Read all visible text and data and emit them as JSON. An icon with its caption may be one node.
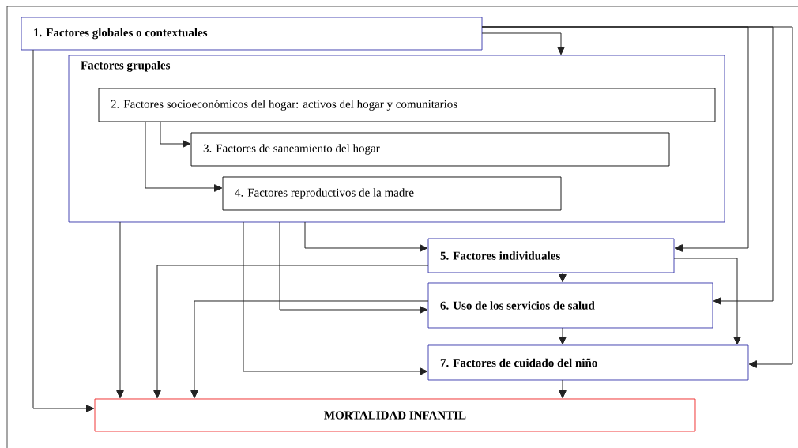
{
  "diagram": {
    "nodes": [
      {
        "text": [
          "1. Factores globales o contextuales"
        ]
      },
      {
        "text": [
          "Factores grupales"
        ]
      },
      {
        "text": [
          "2. Factores socioeconómicos del hogar: activos del hogar y comunitarios"
        ],
        "in": 1
      },
      {
        "text": [
          "3. Factores de saneamiento del hogar"
        ],
        "in": 1
      },
      {
        "text": [
          "4. Factores reproductivos de la madre"
        ],
        "in": 1
      },
      {
        "text": [
          "5. Factores individuales"
        ]
      },
      {
        "text": [
          "6. Uso de los servicios de salud"
        ]
      },
      {
        "text": [
          "7. Factores de cuidado del niño"
        ]
      },
      {
        "text": [
          "MORTALIDAD INFANTIL"
        ]
      }
    ],
    "edges": [
      {
        "from": 0,
        "to": 1,
        "arrow": "to"
      },
      {
        "from": 0,
        "to": 5,
        "arrow": "to"
      },
      {
        "from": 0,
        "to": 6,
        "arrow": "to"
      },
      {
        "from": 0,
        "to": 7,
        "arrow": "to"
      },
      {
        "from": 0,
        "to": 8,
        "arrow": "to"
      },
      {
        "from": 2,
        "to": 3,
        "arrow": "to"
      },
      {
        "from": 2,
        "to": 4,
        "arrow": "to"
      },
      {
        "from": 1,
        "to": 5,
        "arrow": "to"
      },
      {
        "from": 1,
        "to": 6,
        "arrow": "to"
      },
      {
        "from": 1,
        "to": 7,
        "arrow": "to"
      },
      {
        "from": 1,
        "to": 8,
        "arrow": "to"
      },
      {
        "from": 5,
        "to": 6,
        "arrow": "to"
      },
      {
        "from": 5,
        "to": 7,
        "arrow": "to"
      },
      {
        "from": 5,
        "to": 8,
        "arrow": "to"
      },
      {
        "from": 6,
        "to": 7,
        "arrow": "to"
      },
      {
        "from": 6,
        "to": 8,
        "arrow": "to"
      },
      {
        "from": 7,
        "to": 8,
        "arrow": "to"
      }
    ]
  }
}
